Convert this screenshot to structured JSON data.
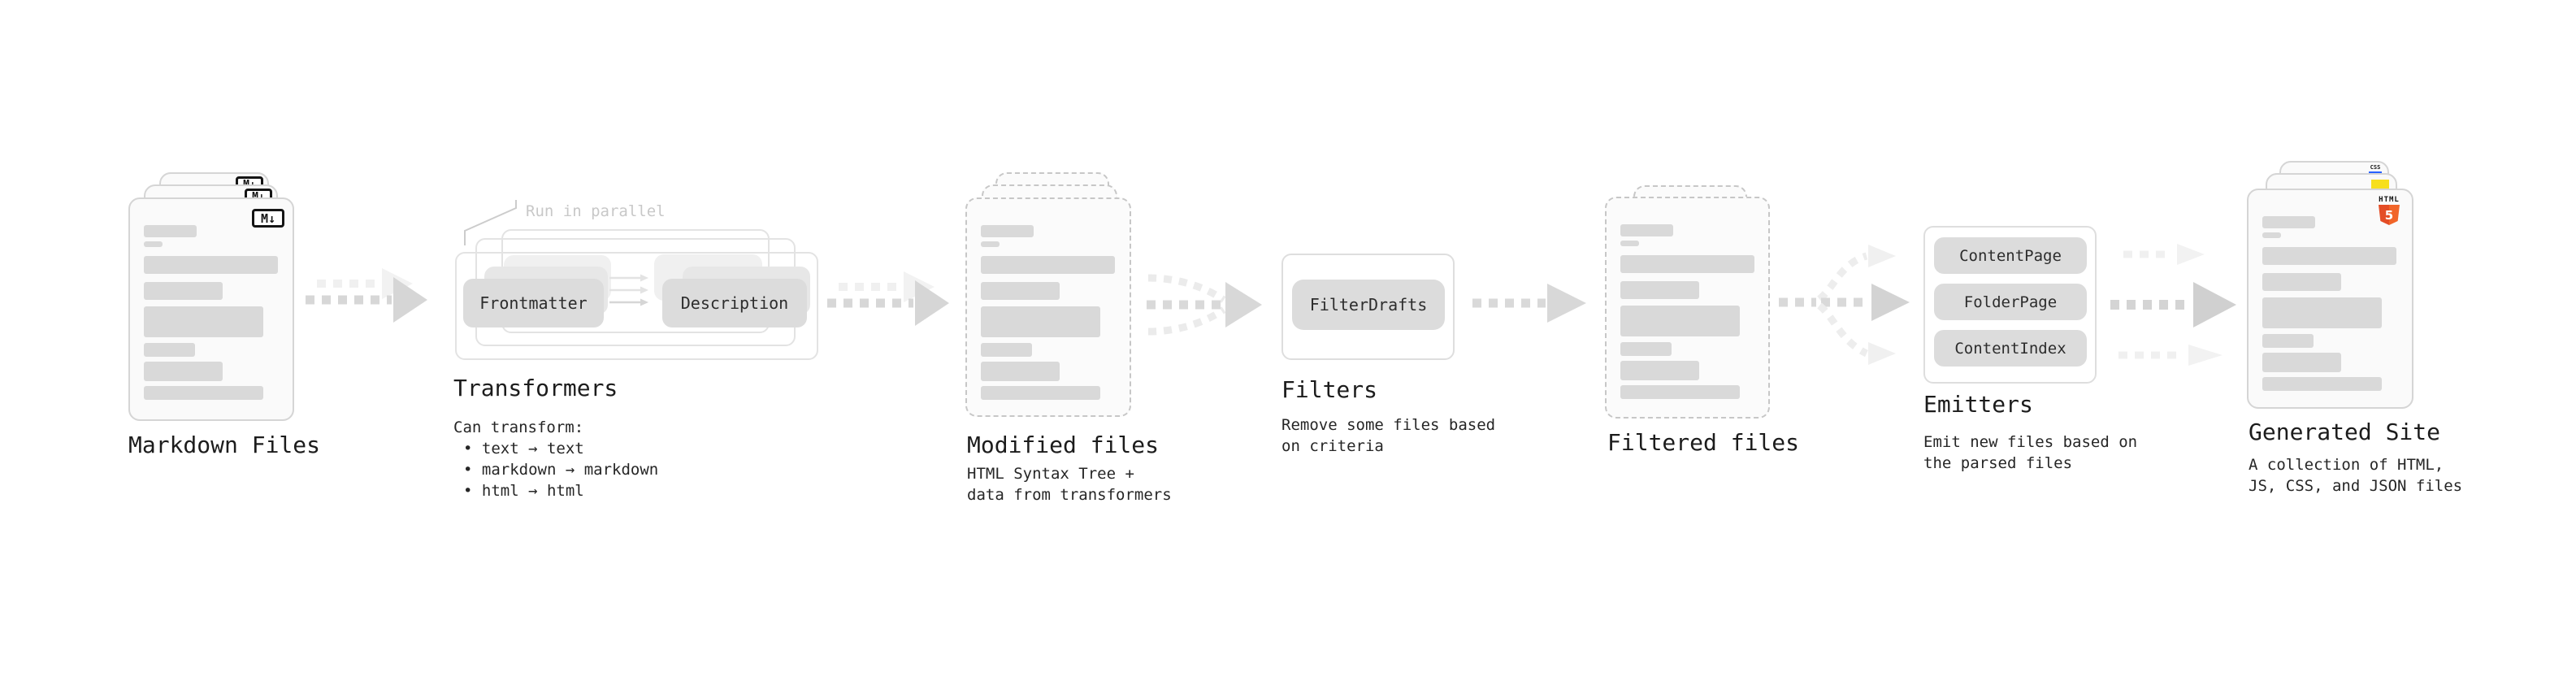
{
  "nodes": {
    "markdown_files": {
      "label": "Markdown Files",
      "badge": "M↓"
    },
    "transformers": {
      "label": "Transformers",
      "annotation": "Run in parallel",
      "left_box": "Frontmatter",
      "right_box": "Description",
      "caption_title": "Can transform:",
      "bullets": [
        "• text → text",
        "• markdown → markdown",
        "• html → html"
      ]
    },
    "modified_files": {
      "label": "Modified files",
      "caption": [
        "HTML Syntax Tree +",
        "data from transformers"
      ]
    },
    "filters": {
      "label": "Filters",
      "box": "FilterDrafts",
      "caption": [
        "Remove some files based",
        "on criteria"
      ]
    },
    "filtered_files": {
      "label": "Filtered files"
    },
    "emitters": {
      "label": "Emitters",
      "boxes": [
        "ContentPage",
        "FolderPage",
        "ContentIndex"
      ],
      "caption": [
        "Emit new files based on",
        "the parsed files"
      ]
    },
    "generated_site": {
      "label": "Generated Site",
      "caption": [
        "A collection of HTML,",
        "JS, CSS, and JSON files"
      ],
      "html5_badge_title": "HTML",
      "html5_badge_number": "5",
      "css_badge": "CSS"
    }
  },
  "colors": {
    "background": "#ffffff",
    "card_background": "#fafafa",
    "card_border": "#d5d5d5",
    "dashed_border": "#c7c7c7",
    "content_bar": "#d9d9d9",
    "box_fill": "#dcdcdc",
    "box_ghost1": "#e7e7e7",
    "box_ghost2": "#f0f0f0",
    "outline_border": "#e3e3e3",
    "arrow_main": "#d7d7d7",
    "arrow_faint": "#f0f0f0",
    "annotation_gray": "#c8c8c8",
    "label_text": "#1c1c1c",
    "html5_orange_dark": "#e44d26",
    "html5_orange_light": "#f16529",
    "js_yellow": "#f7df1e",
    "css_blue": "#2962ff",
    "markdown_badge_ink": "#151515"
  }
}
